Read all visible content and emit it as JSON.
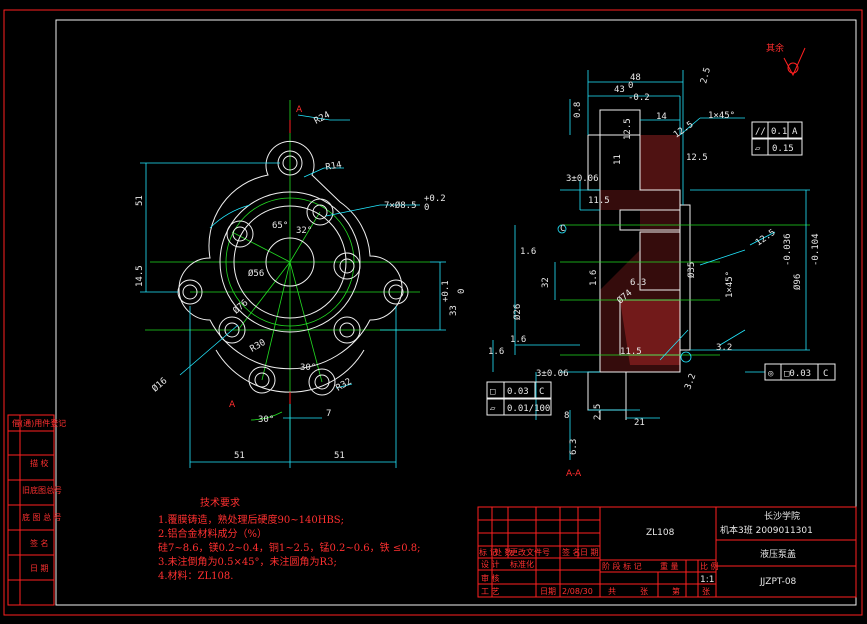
{
  "view_labels": {
    "section_a_top": "A",
    "section_a_bottom": "A",
    "section_view": "A-A"
  },
  "left_view": {
    "dims": {
      "r24": "R24",
      "r14": "R14",
      "holes": "7×Ø8.5",
      "hole_tol_up": "+0.2",
      "hole_tol_dn": "0",
      "h51": "51",
      "h14_5": "14.5",
      "ang65": "65°",
      "ang32": "32°",
      "d56": "Ø56",
      "d76": "Ø76",
      "r30": "R30",
      "r32": "R32",
      "d16": "Ø16",
      "ang30a": "30°",
      "ang30b": "30°",
      "w7": "7",
      "w51a": "51",
      "w51b": "51",
      "h33": "33",
      "h33_tol_up": "+0.1",
      "h33_tol_dn": "0"
    }
  },
  "right_view": {
    "dims": {
      "w48": "48",
      "w43": "43",
      "w43_tol_up": "0",
      "w43_tol_dn": "-0.2",
      "d0_8": "0.8",
      "d2_5": "2.5",
      "c1x45": "1×45°",
      "w14": "14",
      "ra12_5a": "12.5",
      "ra12_5b": "12.5",
      "ra12_5c": "12.5",
      "d11": "11",
      "d3_06a": "3±0.06",
      "d11_5": "11.5",
      "d1_6a": "1.6",
      "d1_6b": "1.6",
      "d1_6c": "1.6",
      "d1_6d": "1.6",
      "d6_3": "6.3",
      "d32a": "32",
      "d26": "Ø26",
      "c1x45b": "1×45°",
      "d96": "Ø96",
      "d96_up": "-0.036",
      "d96_dn": "-0.104",
      "d35": "Ø35",
      "d3_06b": "3±0.06",
      "d11_5b": "11.5",
      "d21": "21",
      "d8": "8",
      "d3_2a": "3.2",
      "d3_2b": "3.2",
      "d6_3b": "6.3",
      "d2_5b": "2.5",
      "ra12_5d": "12.5",
      "d74": "Ø74"
    },
    "gtol": {
      "g1_sym": "//",
      "g1_val": "0.1",
      "g1_ref": "A",
      "g2_sym": "▱",
      "g2_val": "0.15",
      "g3_sym": "◎",
      "g3_val": "□0.03",
      "g3_ref": "C",
      "g4_val": "0.03",
      "g4_ref": "C",
      "g5_val": "0.01/100"
    },
    "datum_c": "C"
  },
  "surface_note": "其余",
  "tech": {
    "title": "技术要求",
    "lines": [
      "1.覆膜铸造，熟处理后硬度90~140HBS;",
      "2.铝合金材料成分（%）",
      "  硅7~8.6，镁0.2~0.4，铜1~2.5，锰0.2~0.6，铁 ≤0.8;",
      "3.未注倒角为0.5×45°，未注圆角为R3;",
      "4.材料：ZL108."
    ]
  },
  "title_block": {
    "school": "长沙学院",
    "class_line": "机本3班  2009011301",
    "material": "ZL108",
    "part_name": "液压泵盖",
    "drawing_no": "JJZPT-08",
    "scale": "1:1",
    "date": "2/08/30",
    "left_column": [
      "借(通)用件登记",
      "描  校",
      "旧底图总号",
      "底 图 总 号",
      "签  名",
      "日  期"
    ],
    "row1": [
      "标 记",
      "处 数",
      "更改文件号",
      "签 名",
      "日 期"
    ],
    "row2": [
      "设 计",
      "阶 段 标 记",
      "重 量",
      "比 例"
    ],
    "row3": [
      "审 核"
    ],
    "row4": [
      "工 艺",
      "日期",
      "共",
      "张",
      "第",
      "张"
    ],
    "author": "标准化"
  }
}
